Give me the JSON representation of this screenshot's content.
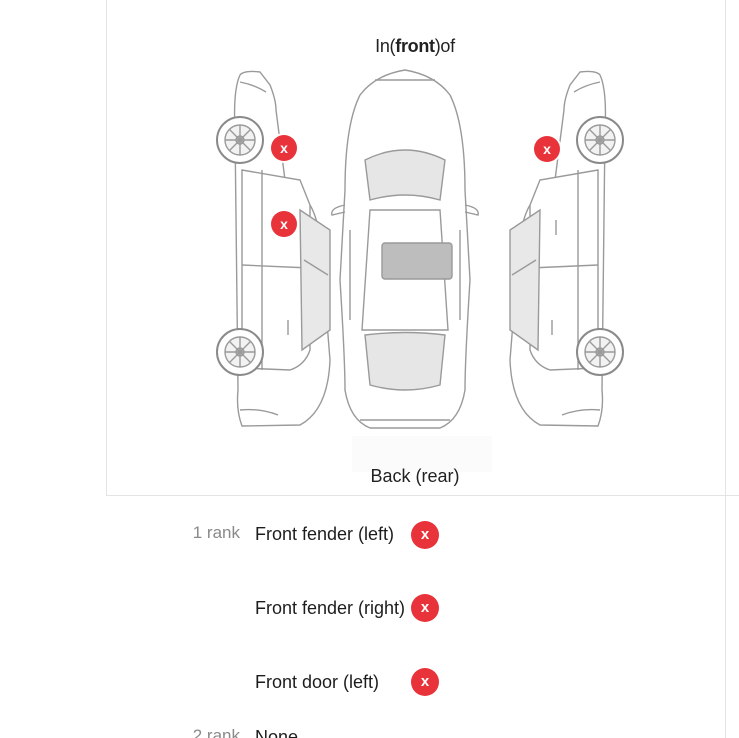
{
  "diagram": {
    "label_front_pre": "In(",
    "label_front_bold": "front",
    "label_front_post": ")of",
    "label_back": "Back (rear)",
    "marker_icon": "x-mark-icon",
    "marker_color": "#e8333a"
  },
  "ranks": [
    {
      "rank_label": "1 rank",
      "items": [
        {
          "name": "Front fender (left)",
          "status": "damaged"
        },
        {
          "name": "Front fender (right)",
          "status": "damaged"
        },
        {
          "name": "Front door (left)",
          "status": "damaged"
        }
      ]
    },
    {
      "rank_label": "2 rank",
      "items": [
        {
          "name": "None",
          "status": "none"
        }
      ]
    }
  ],
  "marker_glyph": "x"
}
